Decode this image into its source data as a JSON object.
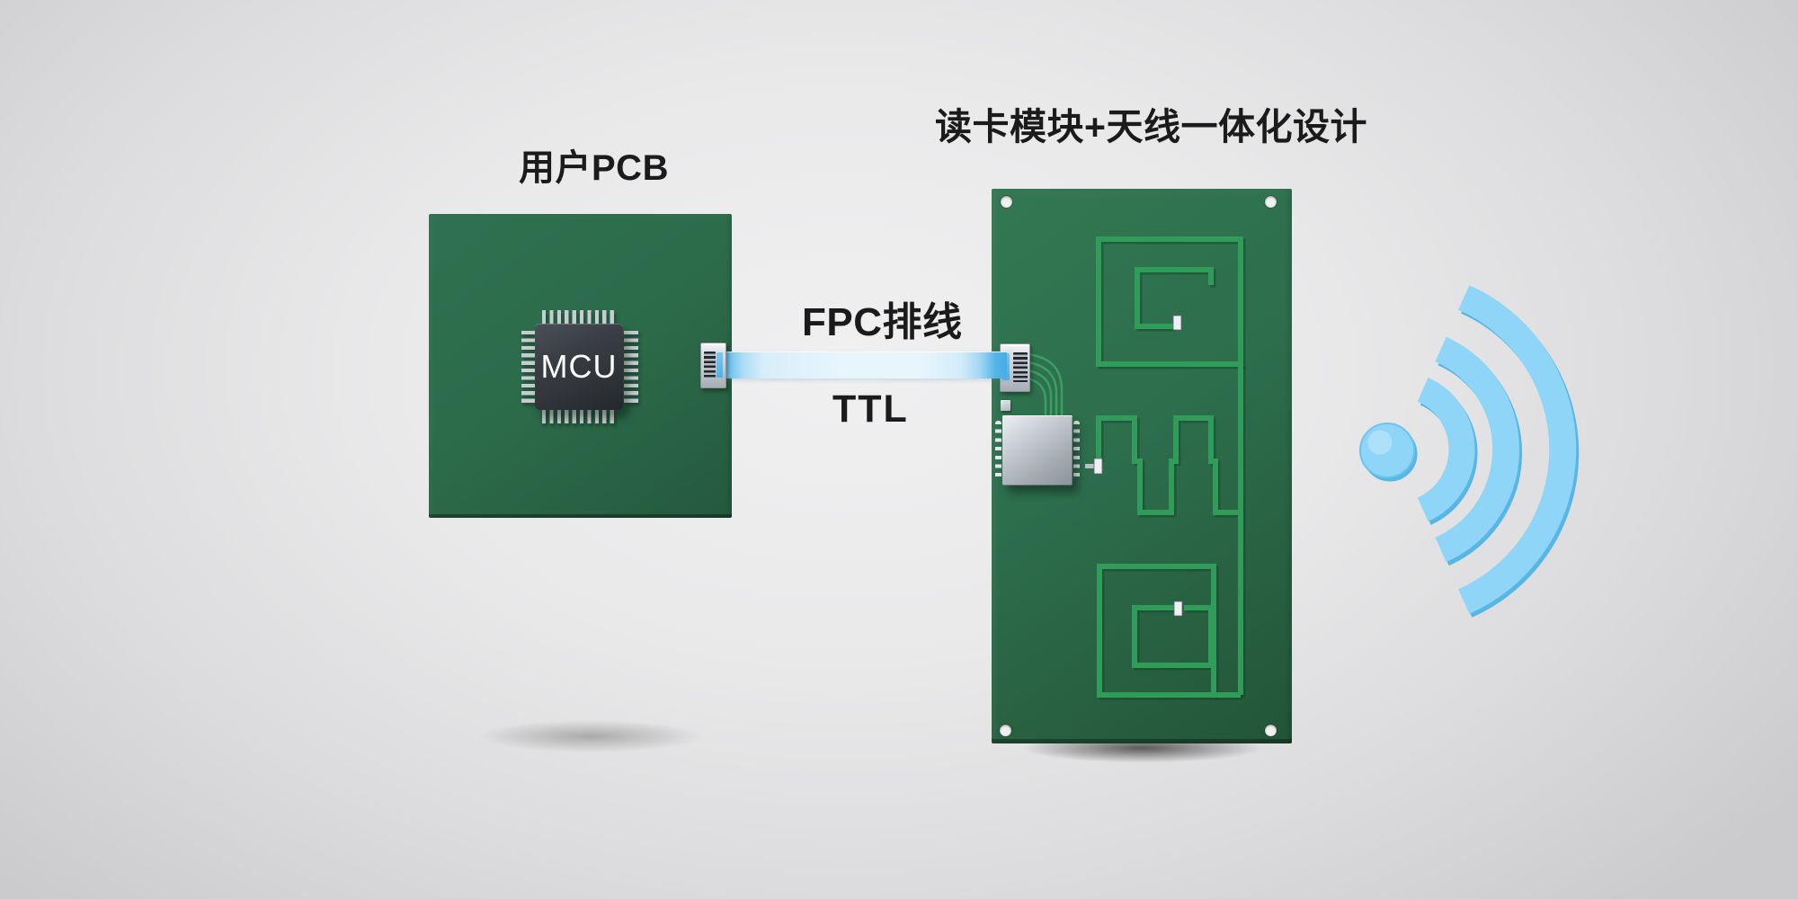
{
  "title": "读卡模块+天线一体化设计",
  "labels": {
    "user_pcb": "用户PCB",
    "fpc_cable": "FPC排线",
    "protocol": "TTL",
    "mcu": "MCU"
  },
  "icons": {
    "wifi": "wifi-signal-icon"
  },
  "colors": {
    "text": "#1b1b1b",
    "bg_center": "#f0f0f1",
    "bg_edge": "#cbcbce",
    "pcb_green": "#2c6b4a",
    "pcb_green_dark": "#1c4530",
    "trace_green": "#2f9c59",
    "trace_shadow": "#17402a",
    "cable_blue": "#45ade6",
    "cable_blue_pale": "#e7f5fd",
    "wifi_blue": "#8ed5f7",
    "wifi_blue_deep": "#58b6e4",
    "chip_body": "#33373c",
    "metal": "#c7ccd3",
    "metal_light": "#eef0f3",
    "metal_dark": "#8b929b"
  }
}
